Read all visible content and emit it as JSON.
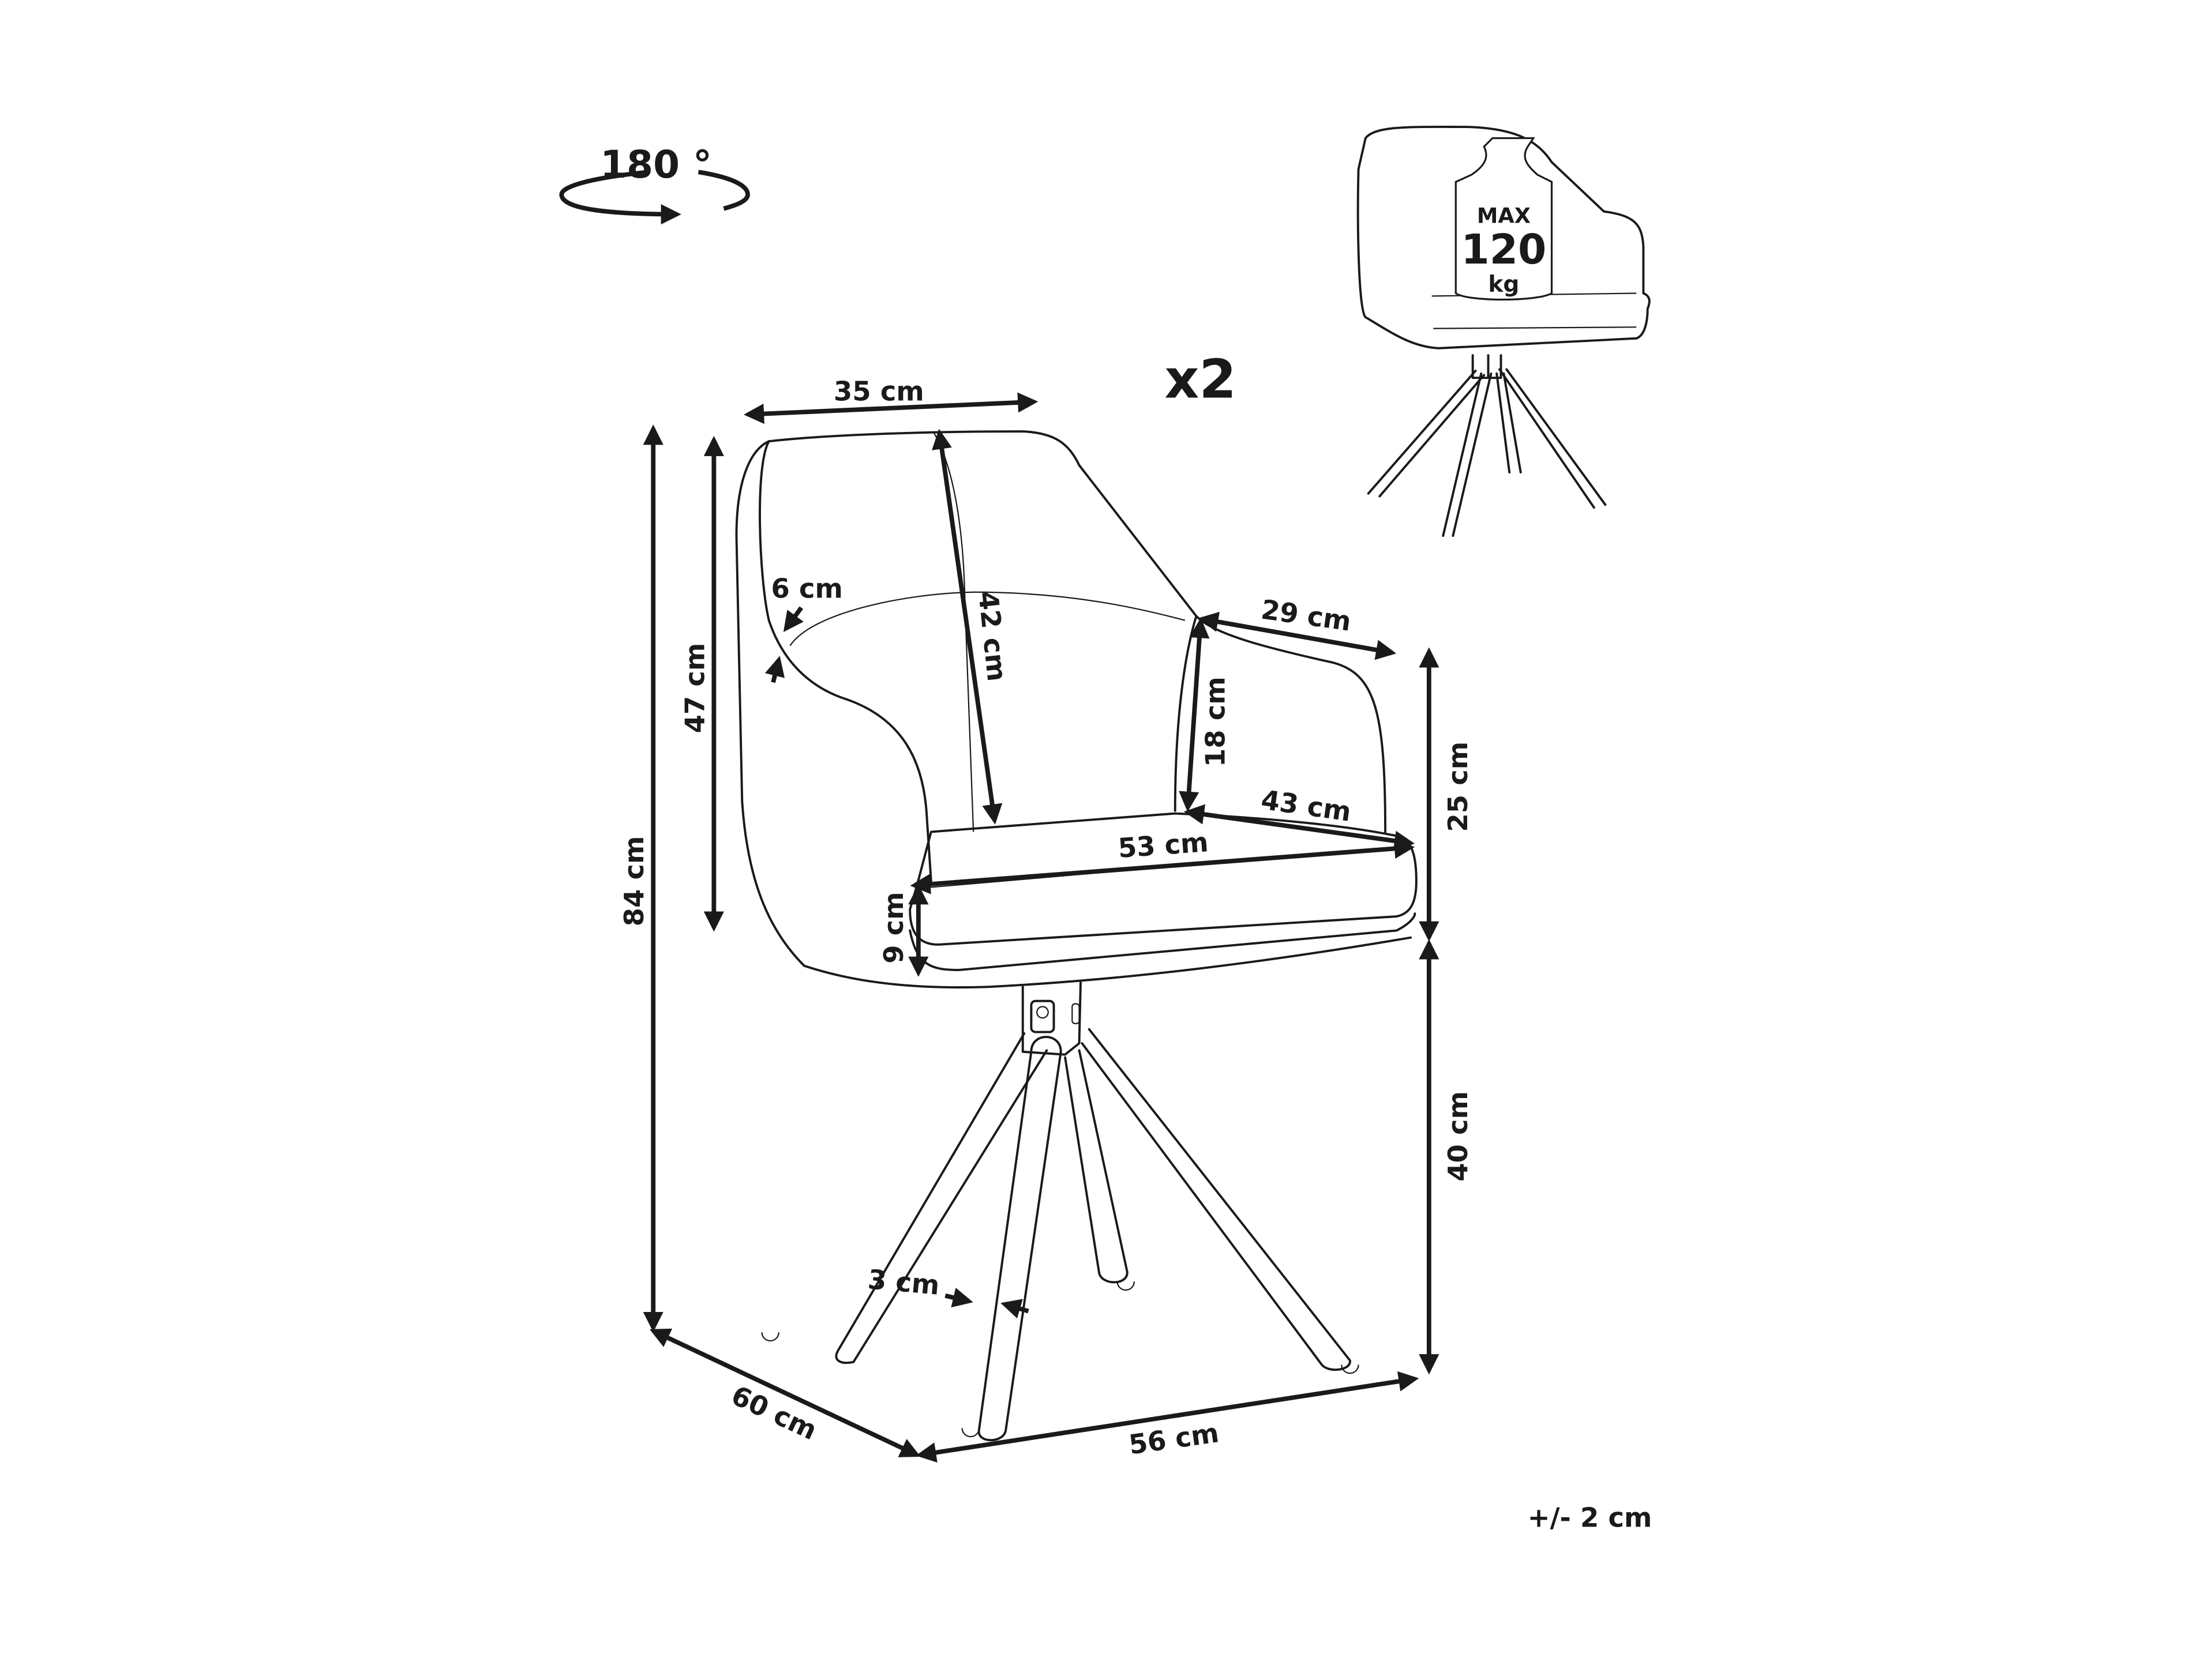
{
  "diagram": {
    "title": "Swivel armchair dimensions",
    "quantity_label": "x2",
    "rotation": {
      "label": "180 °",
      "icon": "rotation-arrow-icon"
    },
    "max_load": {
      "line1": "MAX",
      "line2": "120",
      "line3": "kg",
      "icon": "weight-icon"
    },
    "tolerance": "+/- 2 cm",
    "colors": {
      "stroke": "#1a1a1a",
      "background": "#ffffff"
    },
    "dimensions": {
      "backrest_top_width": "35 cm",
      "total_height": "84 cm",
      "backrest_height": "47 cm",
      "backrest_inner_height": "42 cm",
      "backrest_thickness": "6 cm",
      "armrest_depth": "29 cm",
      "armrest_height": "18 cm",
      "arm_height_from_seat": "25 cm",
      "seat_depth": "43 cm",
      "seat_width": "53 cm",
      "seat_cushion_thickness": "9 cm",
      "seat_height": "40 cm",
      "leg_thickness": "3 cm",
      "total_depth": "60 cm",
      "total_width": "56 cm"
    }
  }
}
